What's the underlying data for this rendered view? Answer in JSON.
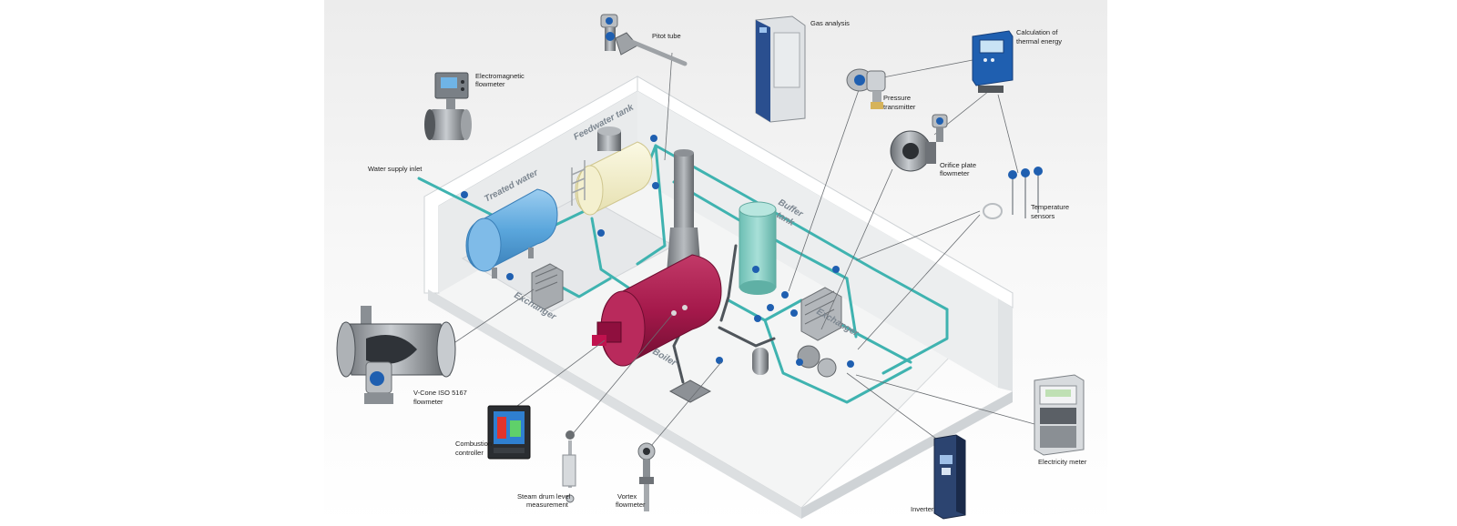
{
  "diagram": {
    "zones": {
      "treated_water": "Treated water",
      "feedwater_tank": "Feedwater tank",
      "buffer": "Buffer",
      "tank": "tank",
      "exchanger_left": "Exchanger",
      "exchanger_right": "Exchanger",
      "boiler": "Boiler"
    },
    "labels": {
      "water_supply_inlet": "Water supply inlet",
      "electromagnetic_1": "Electromagnetic",
      "electromagnetic_2": "flowmeter",
      "pitot_tube": "Pitot tube",
      "gas_analysis": "Gas analysis",
      "thermal_1": "Calculation of",
      "thermal_2": "thermal energy",
      "pressure_1": "Pressure",
      "pressure_2": "transmitter",
      "orifice_1": "Orifice plate",
      "orifice_2": "flowmeter",
      "temperature_1": "Temperature",
      "temperature_2": "sensors",
      "vcone_1": "V-Cone ISO 5167",
      "vcone_2": "flowmeter",
      "combustion_1": "Combustion",
      "combustion_2": "controller",
      "steam_1": "Steam drum level",
      "steam_2": "measurement",
      "vortex_1": "Vortex",
      "vortex_2": "flowmeter",
      "inverter": "Inverter",
      "electricity_meter": "Electricity meter"
    },
    "colors": {
      "pipe": "#3fb3b0",
      "boiler": "#a5194b",
      "treated_water_tank": "#5aa6dc",
      "feedwater_tank": "#f2eec6",
      "buffer_tank": "#8fd1c8",
      "wall": "#eef0f1",
      "floor": "#f6f7f7",
      "valve": "#1f5fb0"
    }
  }
}
